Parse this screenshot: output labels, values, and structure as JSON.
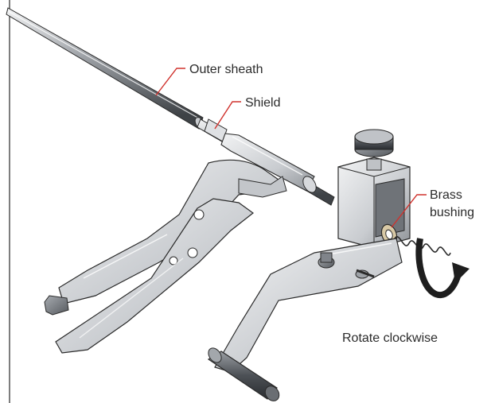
{
  "labels": {
    "outer_sheath": "Outer sheath",
    "shield": "Shield",
    "brass_bushing_line1": "Brass",
    "brass_bushing_line2": "bushing",
    "rotate": "Rotate clockwise"
  },
  "colors": {
    "leader": "#d0322d",
    "metal_light": "#e4e6e8",
    "metal_mid": "#b9bcc0",
    "metal_dark": "#5d6166",
    "outline": "#2a2a2a",
    "arrow": "#1e1e1e"
  }
}
